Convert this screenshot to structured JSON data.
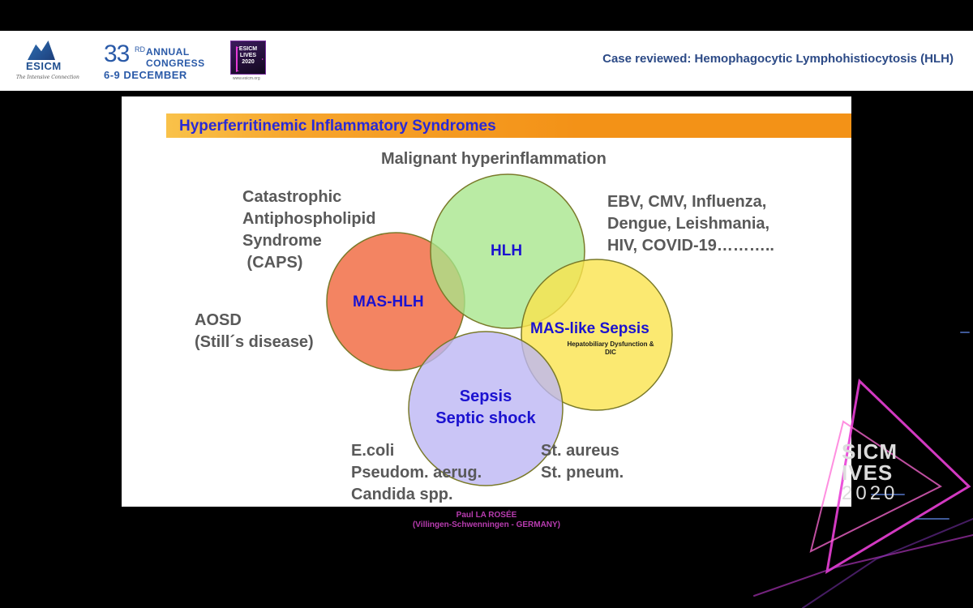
{
  "header": {
    "esicm_logo_text": "ESICM",
    "esicm_tagline": "The Intensive Connection",
    "congress_number": "33",
    "congress_suffix": "RD",
    "congress_line1": "ANNUAL",
    "congress_line2": "CONGRESS",
    "congress_dates": "6-9 DECEMBER",
    "lives_logo_text": "ESICM LIVES 2020",
    "lives_url": "www.esicm.org",
    "case_title": "Case reviewed: Hemophagocytic Lymphohistiocytosis (HLH)"
  },
  "slide": {
    "title": "Hyperferritinemic Inflammatory Syndromes",
    "subtitle": "Malignant hyperinflammation",
    "circles": {
      "hlh": "HLH",
      "mas_hlh": "MAS-HLH",
      "mas_like_sepsis": "MAS-like Sepsis",
      "mas_like_note_1": "Hepatobiliary Dysfunction &",
      "mas_like_note_2": "DIC",
      "sepsis_1": "Sepsis",
      "sepsis_2": "Septic shock"
    },
    "labels": {
      "caps": [
        "Catastrophic",
        "Antiphospholipid",
        "Syndrome",
        " (CAPS)"
      ],
      "viruses": [
        "EBV, CMV, Influenza,",
        "Dengue, Leishmania,",
        "HIV, COVID-19……….."
      ],
      "aosd": [
        "AOSD",
        "(Still´s disease)"
      ],
      "gram_neg": [
        "E.coli",
        "Pseudom. aerug.",
        "Candida spp."
      ],
      "gram_pos": [
        "St. aureus",
        "St. pneum."
      ]
    },
    "colors": {
      "hlh": "#a6e68a",
      "mas_hlh": "#f27a55",
      "mas_like": "#fae44e",
      "sepsis": "#bdb6f4",
      "title_bar": "#f39217",
      "title_text": "#2a2ad6",
      "circle_text": "#1b12d0"
    }
  },
  "speaker": {
    "name": "Paul LA ROSÉE",
    "affiliation": "(Villingen-Schwenningen - GERMANY)"
  },
  "overlay": {
    "brand_line1": "SICM",
    "brand_line2": "IVES",
    "brand_line3": "2020"
  }
}
